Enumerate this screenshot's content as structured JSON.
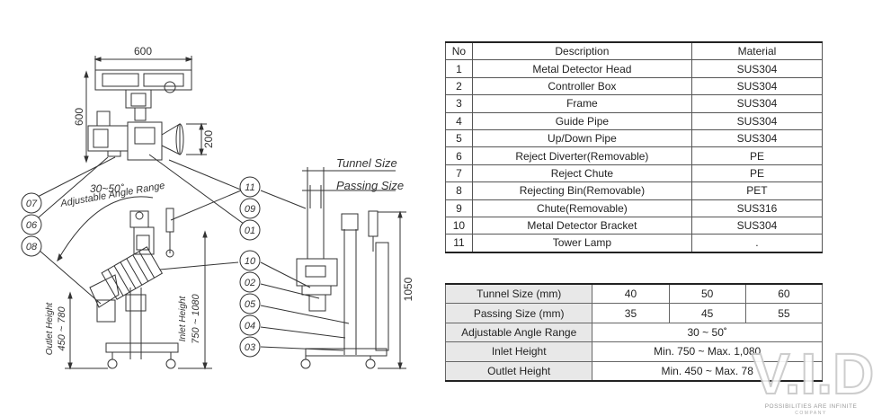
{
  "drawing": {
    "dim_width": "600",
    "dim_height": "600",
    "dim_200": "200",
    "tunnel_size": "Tunnel Size",
    "passing_size": "Passing Size",
    "angle_value": "30~50˚",
    "angle_label": "Adjustable Angle Range",
    "outlet_label": "Outlet Height",
    "outlet_value": "450 ~ 780",
    "inlet_label": "Inlet Height",
    "inlet_value": "750 ~ 1080",
    "right_height": "1050",
    "callouts_left": [
      "07",
      "06",
      "08"
    ],
    "callouts_mid": [
      "11",
      "09",
      "01",
      "10",
      "02",
      "05",
      "04",
      "03"
    ]
  },
  "parts_table": {
    "headers": [
      "No",
      "Description",
      "Material"
    ],
    "rows": [
      [
        "1",
        "Metal Detector Head",
        "SUS304"
      ],
      [
        "2",
        "Controller Box",
        "SUS304"
      ],
      [
        "3",
        "Frame",
        "SUS304"
      ],
      [
        "4",
        "Guide Pipe",
        "SUS304"
      ],
      [
        "5",
        "Up/Down Pipe",
        "SUS304"
      ],
      [
        "6",
        "Reject Diverter(Removable)",
        "PE"
      ],
      [
        "7",
        "Reject Chute",
        "PE"
      ],
      [
        "8",
        "Rejecting Bin(Removable)",
        "PET"
      ],
      [
        "9",
        "Chute(Removable)",
        "SUS316"
      ],
      [
        "10",
        "Metal Detector  Bracket",
        "SUS304"
      ],
      [
        "11",
        "Tower Lamp",
        "."
      ]
    ]
  },
  "spec_table": {
    "tunnel": {
      "label": "Tunnel Size (mm)",
      "values": [
        "40",
        "50",
        "60"
      ]
    },
    "passing": {
      "label": "Passing Size (mm)",
      "values": [
        "35",
        "45",
        "55"
      ]
    },
    "angle": {
      "label": "Adjustable Angle Range",
      "value": "30 ~ 50˚"
    },
    "inlet": {
      "label": "Inlet Height",
      "value": "Min. 750 ~ Max. 1,080"
    },
    "outlet": {
      "label": "Outlet Height",
      "value": "Min. 450 ~ Max. 78"
    }
  },
  "logo": {
    "mark": "V.I.D",
    "tagline": "POSSIBILITIES ARE INFINITE",
    "sub": "COMPANY"
  }
}
